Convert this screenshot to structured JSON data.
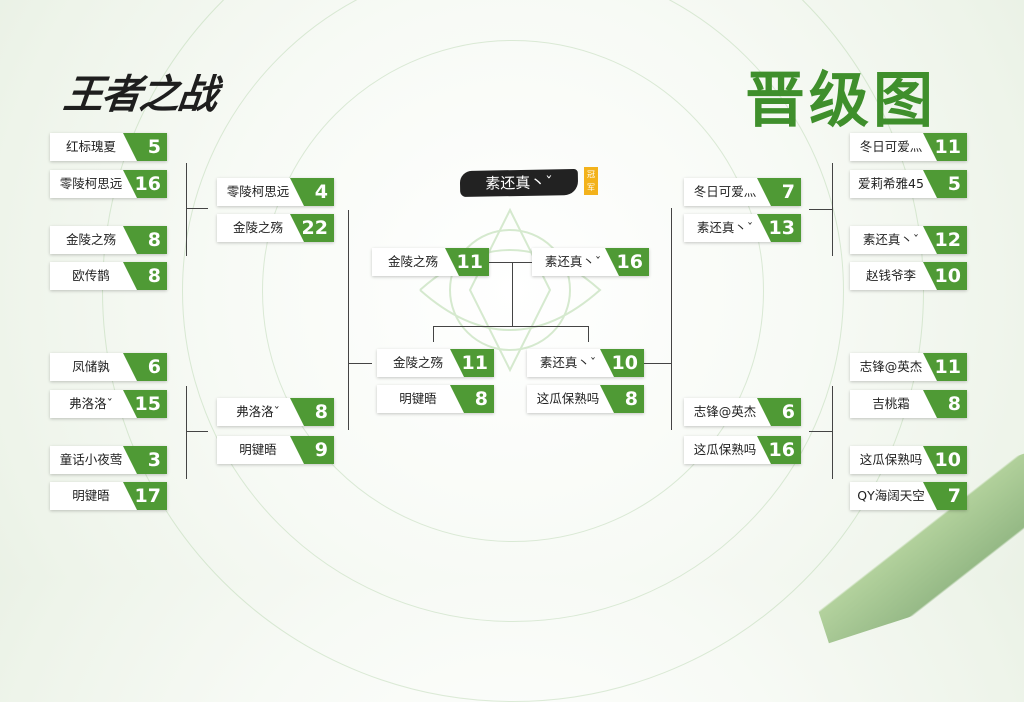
{
  "header": {
    "logo_text": "王者之战",
    "title": "晋级图"
  },
  "champion": {
    "name": "素还真丶ˇ",
    "badge": "冠军"
  },
  "left": {
    "round1": [
      {
        "name": "红标瑰夏",
        "score": "5"
      },
      {
        "name": "零陵柯思远",
        "score": "16"
      },
      {
        "name": "金陵之殇",
        "score": "8"
      },
      {
        "name": "欧传鹊",
        "score": "8"
      },
      {
        "name": "凤储孰",
        "score": "6"
      },
      {
        "name": "弗洛洛ˇ",
        "score": "15"
      },
      {
        "name": "童话小夜莺",
        "score": "3"
      },
      {
        "name": "明键晤",
        "score": "17"
      }
    ],
    "round2": [
      {
        "name": "零陵柯思远",
        "score": "4"
      },
      {
        "name": "金陵之殇",
        "score": "22"
      },
      {
        "name": "弗洛洛ˇ",
        "score": "8"
      },
      {
        "name": "明键晤",
        "score": "9"
      }
    ]
  },
  "center": {
    "final": [
      {
        "name": "金陵之殇",
        "score": "11"
      },
      {
        "name": "素还真丶ˇ",
        "score": "16"
      }
    ],
    "semi_left": [
      {
        "name": "金陵之殇",
        "score": "11"
      },
      {
        "name": "明键晤",
        "score": "8"
      }
    ],
    "semi_right": [
      {
        "name": "素还真丶ˇ",
        "score": "10"
      },
      {
        "name": "这瓜保熟吗",
        "score": "8"
      }
    ]
  },
  "right": {
    "round2": [
      {
        "name": "冬日可爱灬",
        "score": "7"
      },
      {
        "name": "素还真丶ˇ",
        "score": "13"
      },
      {
        "name": "志锋@英杰",
        "score": "6"
      },
      {
        "name": "这瓜保熟吗",
        "score": "16"
      }
    ],
    "round1": [
      {
        "name": "冬日可爱灬",
        "score": "11"
      },
      {
        "name": "爱莉希雅45",
        "score": "5"
      },
      {
        "name": "素还真丶ˇ",
        "score": "12"
      },
      {
        "name": "赵钱爷李",
        "score": "10"
      },
      {
        "name": "志锋@英杰",
        "score": "11"
      },
      {
        "name": "吉桃霜",
        "score": "8"
      },
      {
        "name": "这瓜保熟吗",
        "score": "10"
      },
      {
        "name": "QY海阔天空",
        "score": "7"
      }
    ]
  },
  "colors": {
    "accent": "#4f9a35",
    "title": "#3f8f2c",
    "badge": "#f3b21b"
  }
}
